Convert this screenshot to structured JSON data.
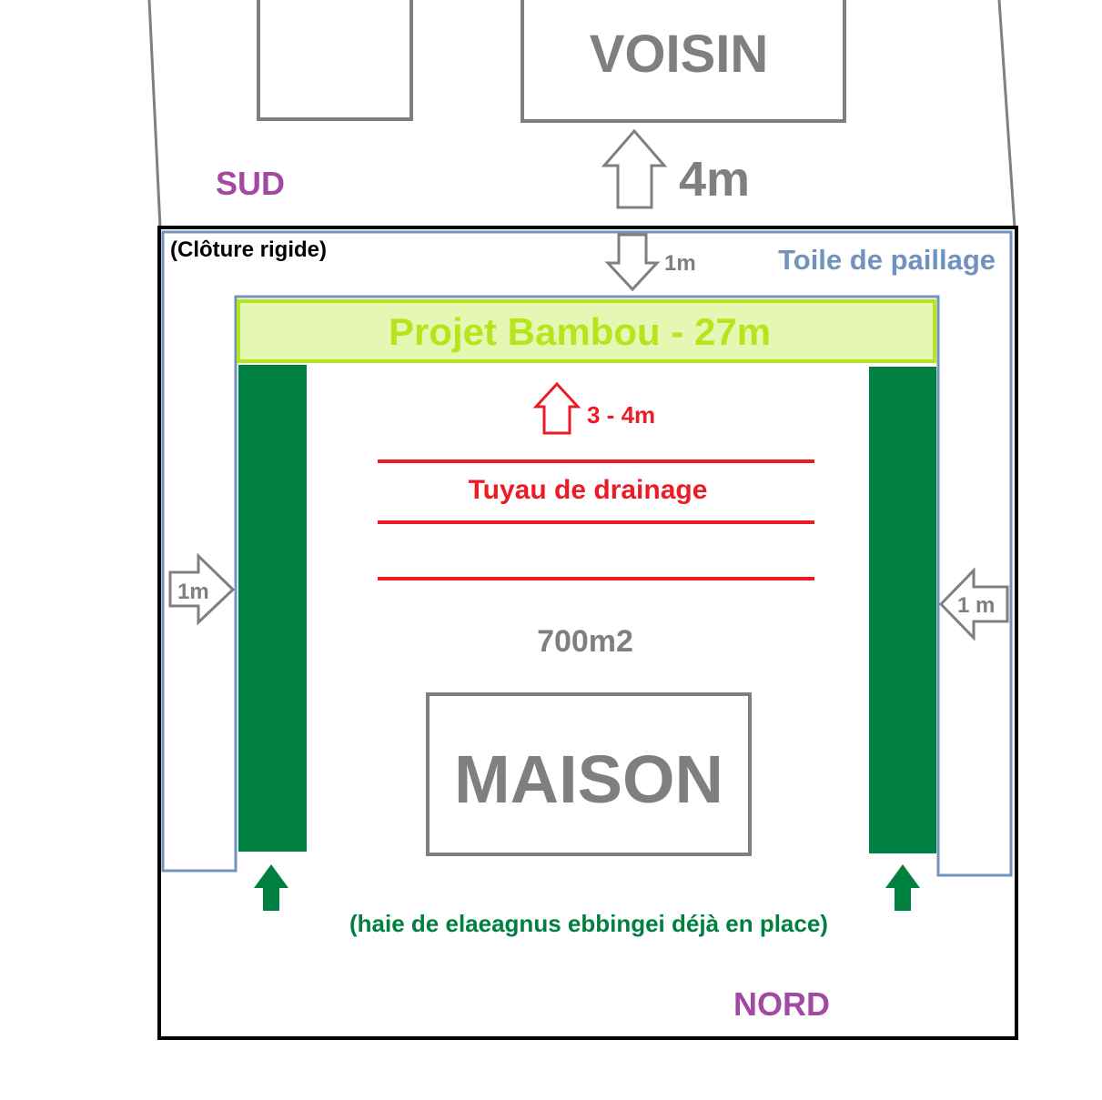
{
  "labels": {
    "neighbor": "VOISIN",
    "distance_neighbor": "4m",
    "south": "SUD",
    "fence": "(Clôture rigide)",
    "distance_top": "1m",
    "mulch": "Toile de paillage",
    "bamboo_project": "Projet Bambou - 27m",
    "height_range": "3 - 4m",
    "drainage": "Tuyau de drainage",
    "distance_left": "1m",
    "distance_right": "1 m",
    "area": "700m2",
    "house": "MAISON",
    "hedge": "(haie de elaeagnus ebbingei déjà en place)",
    "north": "NORD"
  },
  "colors": {
    "gray": "#7f7f7f",
    "purple": "#a349a4",
    "mulch_blue": "#7092be",
    "bamboo_fill": "#e6f7b4",
    "bamboo_text": "#b5e61d",
    "hedge_green": "#008040",
    "drain_red": "#ed1c24",
    "fence_black": "#000000"
  }
}
